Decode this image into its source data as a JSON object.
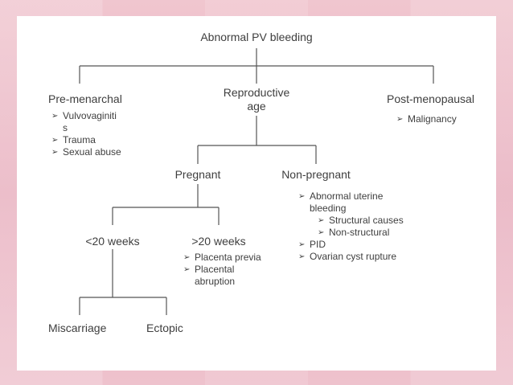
{
  "root": "Abnormal PV bleeding",
  "branches": {
    "premenarchal": {
      "title": "Pre-menarchal",
      "items": [
        "Vulvovaginiti",
        "s",
        "Trauma",
        "Sexual abuse"
      ]
    },
    "reproductive": {
      "title_line1": "Reproductive",
      "title_line2": "age"
    },
    "postmenopausal": {
      "title": "Post-menopausal",
      "items": [
        "Malignancy"
      ]
    }
  },
  "reproductive_children": {
    "pregnant": "Pregnant",
    "nonpregnant": {
      "title": "Non-pregnant",
      "items": [
        "Abnormal uterine",
        "bleeding",
        "Structural causes",
        "Non-structural",
        "PID",
        "Ovarian cyst rupture"
      ]
    }
  },
  "pregnant_children": {
    "lt20": "<20 weeks",
    "gt20": {
      "title": ">20 weeks",
      "items": [
        "Placenta previa",
        "Placental",
        "abruption"
      ]
    }
  },
  "early_children": {
    "miscarriage": "Miscarriage",
    "ectopic": "Ectopic"
  },
  "bullet_glyph": "➢",
  "colors": {
    "line": "#555555",
    "text": "#3e3e3e",
    "frame": "#e9b6c2"
  }
}
